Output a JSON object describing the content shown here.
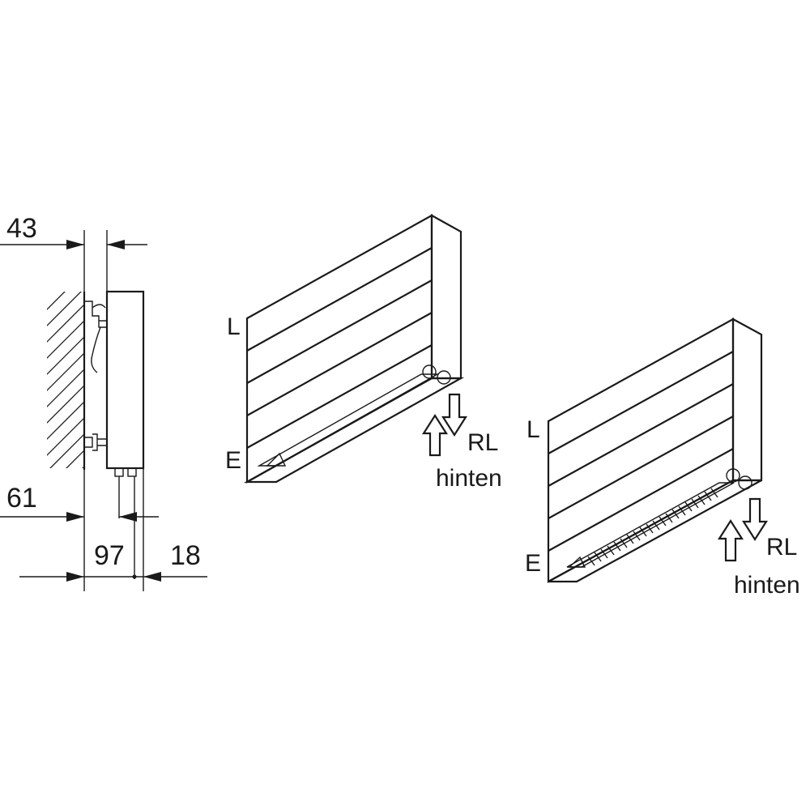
{
  "side_view": {
    "dim_top": "43",
    "dim_bottom_left": "61",
    "dim_bottom_mid": "97",
    "dim_bottom_right": "18"
  },
  "unit_left": {
    "label_upper": "L",
    "label_lower": "E",
    "connection_label": "RL",
    "connection_sub": "hinten"
  },
  "unit_right": {
    "label_upper": "L",
    "label_lower": "E",
    "connection_label": "RL",
    "connection_sub": "hinten"
  }
}
